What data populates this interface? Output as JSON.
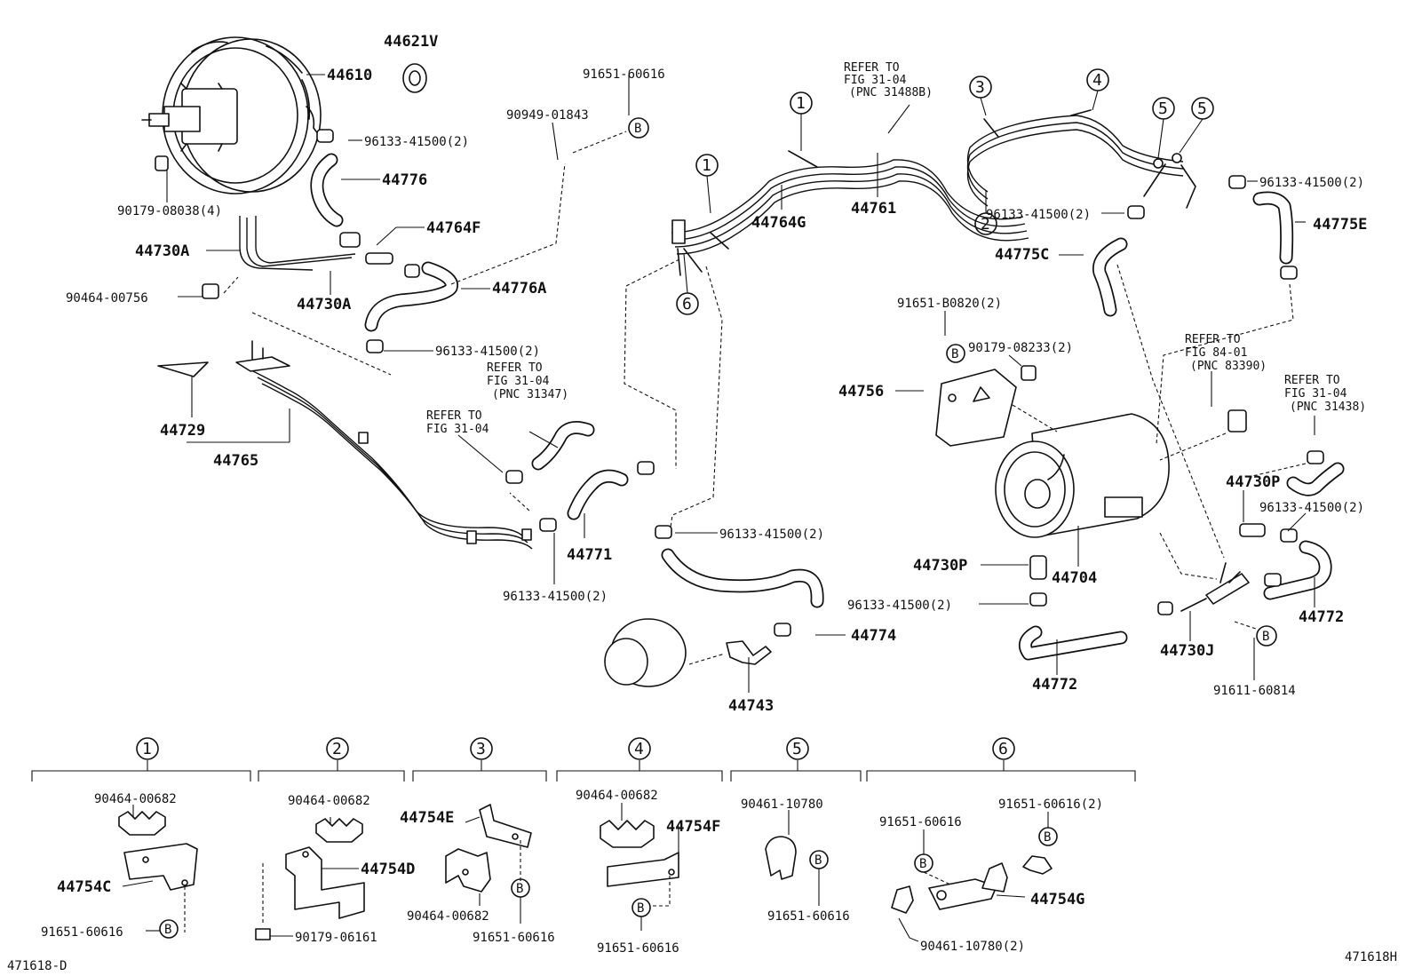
{
  "diagram": {
    "labels": [
      {
        "id": "44621V",
        "text": "44621V"
      },
      {
        "id": "44610",
        "text": "44610"
      },
      {
        "id": "91651-60616-top",
        "text": "91651-60616"
      },
      {
        "id": "90949-01843",
        "text": "90949-01843"
      },
      {
        "id": "96133-41500-a",
        "text": "96133-41500(2)"
      },
      {
        "id": "44776",
        "text": "44776"
      },
      {
        "id": "90179-08038",
        "text": "90179-08038(4)"
      },
      {
        "id": "44764F",
        "text": "44764F"
      },
      {
        "id": "44730A-1",
        "text": "44730A"
      },
      {
        "id": "44776A",
        "text": "44776A"
      },
      {
        "id": "90464-00756",
        "text": "90464-00756"
      },
      {
        "id": "44730A-2",
        "text": "44730A"
      },
      {
        "id": "96133-41500-b",
        "text": "96133-41500(2)"
      },
      {
        "id": "44729",
        "text": "44729"
      },
      {
        "id": "44765",
        "text": "44765"
      },
      {
        "id": "44771",
        "text": "44771"
      },
      {
        "id": "96133-41500-c",
        "text": "96133-41500(2)"
      },
      {
        "id": "96133-41500-d",
        "text": "96133-41500(2)"
      },
      {
        "id": "44774",
        "text": "44774"
      },
      {
        "id": "44743",
        "text": "44743"
      },
      {
        "id": "44764G",
        "text": "44764G"
      },
      {
        "id": "44761",
        "text": "44761"
      },
      {
        "id": "96133-41500-e",
        "text": "96133-41500(2)"
      },
      {
        "id": "96133-41500-f",
        "text": "96133-41500(2)"
      },
      {
        "id": "44775E",
        "text": "44775E"
      },
      {
        "id": "44775C",
        "text": "44775C"
      },
      {
        "id": "91651-B0820",
        "text": "91651-B0820(2)"
      },
      {
        "id": "90179-08233",
        "text": "90179-08233(2)"
      },
      {
        "id": "44756",
        "text": "44756"
      },
      {
        "id": "44730P-1",
        "text": "44730P"
      },
      {
        "id": "96133-41500-g",
        "text": "96133-41500(2)"
      },
      {
        "id": "44730P-2",
        "text": "44730P"
      },
      {
        "id": "96133-41500-h",
        "text": "96133-41500(2)"
      },
      {
        "id": "44704",
        "text": "44704"
      },
      {
        "id": "44772-1",
        "text": "44772"
      },
      {
        "id": "44772-2",
        "text": "44772"
      },
      {
        "id": "44730J",
        "text": "44730J"
      },
      {
        "id": "91611-60814",
        "text": "91611-60814"
      },
      {
        "id": "90464-00682-1",
        "text": "90464-00682"
      },
      {
        "id": "44754C",
        "text": "44754C"
      },
      {
        "id": "91651-60616-1",
        "text": "91651-60616"
      },
      {
        "id": "90464-00682-2",
        "text": "90464-00682"
      },
      {
        "id": "44754D",
        "text": "44754D"
      },
      {
        "id": "90179-06161",
        "text": "90179-06161"
      },
      {
        "id": "44754E",
        "text": "44754E"
      },
      {
        "id": "90464-00682-3",
        "text": "90464-00682"
      },
      {
        "id": "91651-60616-3",
        "text": "91651-60616"
      },
      {
        "id": "90464-00682-4",
        "text": "90464-00682"
      },
      {
        "id": "44754F",
        "text": "44754F"
      },
      {
        "id": "91651-60616-4",
        "text": "91651-60616"
      },
      {
        "id": "90461-10780-5",
        "text": "90461-10780"
      },
      {
        "id": "91651-60616-5",
        "text": "91651-60616"
      },
      {
        "id": "91651-60616-6a",
        "text": "91651-60616"
      },
      {
        "id": "91651-60616-6b",
        "text": "91651-60616(2)"
      },
      {
        "id": "44754G",
        "text": "44754G"
      },
      {
        "id": "90461-10780-6",
        "text": "90461-10780(2)"
      },
      {
        "id": "code-left",
        "text": "471618-D"
      },
      {
        "id": "code-right",
        "text": "471618H"
      }
    ],
    "refers": [
      {
        "id": "ref-top",
        "lines": [
          "REFER TO",
          "FIG 31-04",
          "(PNC 31488B)"
        ]
      },
      {
        "id": "ref-mid",
        "lines": [
          "REFER TO",
          "FIG 31-04",
          "(PNC 31347)"
        ]
      },
      {
        "id": "ref-low",
        "lines": [
          "REFER TO",
          "FIG 31-04"
        ]
      },
      {
        "id": "ref-84",
        "lines": [
          "REFER TO",
          "FIG 84-01",
          "(PNC 83390)"
        ]
      },
      {
        "id": "ref-right",
        "lines": [
          "REFER TO",
          "FIG 31-04",
          "(PNC 31438)"
        ]
      }
    ],
    "callouts": [
      "1",
      "1",
      "1",
      "2",
      "2",
      "3",
      "3",
      "4",
      "4",
      "5",
      "5",
      "5",
      "6",
      "6"
    ],
    "bolt_mark": "B"
  }
}
